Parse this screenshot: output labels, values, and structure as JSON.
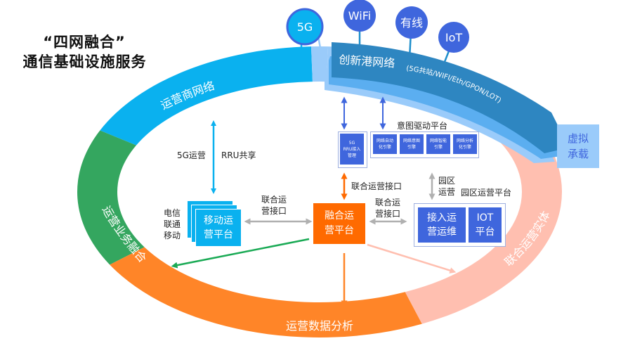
{
  "title": {
    "line1": "“四网融合”",
    "line2": "通信基础设施服务"
  },
  "ring_segments": {
    "top_left": "运营商网络",
    "left": "运营业务融合",
    "bottom": "运营数据分析",
    "right": "联合运营实体",
    "top_right": "创新港网络",
    "top_right_sub": "(5G共站/WIFI/Eth/GPON/LOT)"
  },
  "bubbles": [
    "5G",
    "WiFi",
    "有线",
    "IoT"
  ],
  "virtual_box": "虚拟\n承载",
  "intent_platform": {
    "label": "意图驱动平台",
    "rru_box": "5G\nRRU接入\n管理",
    "engines": [
      "网络自动\n化引擎",
      "网络意图\n引擎",
      "网络智能\n引擎",
      "网络分析\n化引擎"
    ]
  },
  "left_side": {
    "label_5g": "5G运营",
    "label_rru": "RRU共享",
    "carriers": "电信\n联通\n移动",
    "mobile_platform": "移动运\n营平台",
    "joint_interface_left": "联合运\n营接口"
  },
  "center": {
    "fusion_platform": "融合运\n营平台",
    "joint_interface_top": "联合运营接口",
    "joint_interface_right": "联合运\n营接口"
  },
  "park": {
    "park_ops": "园区\n运营",
    "park_platform_label": "园区运营平台",
    "access_ops": "接入运\n营运维",
    "iot_platform": "IOT\n平台"
  },
  "colors": {
    "operator_blue": "#0AB1EF",
    "green": "#34A65F",
    "orange": "#FF8528",
    "salmon": "#FFBFB0",
    "innov_dark": "#2E86C1",
    "innov_mid": "#5BAEF0",
    "innov_light": "#9ACBFA",
    "royal": "#3F66DD",
    "fusion": "#FF6A00"
  }
}
